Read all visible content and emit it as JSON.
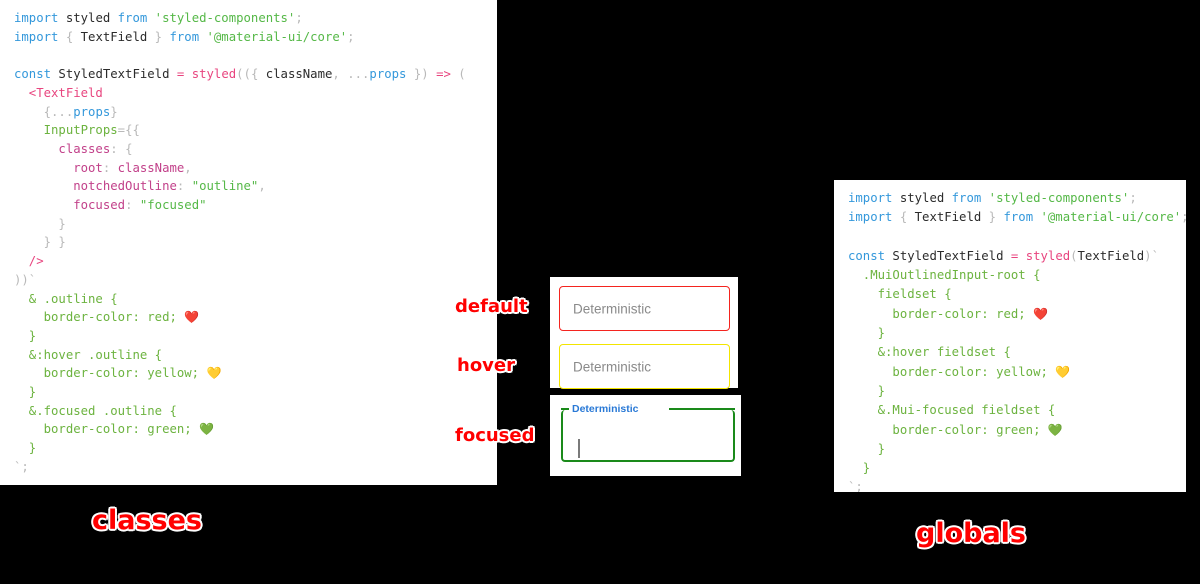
{
  "left_code": {
    "title": "classes",
    "lines": [
      [
        {
          "t": "import ",
          "c": "kw"
        },
        {
          "t": "styled",
          "c": "plain"
        },
        {
          "t": " from ",
          "c": "kw"
        },
        {
          "t": "'styled-components'",
          "c": "str"
        },
        {
          "t": ";",
          "c": "punc"
        }
      ],
      [
        {
          "t": "import ",
          "c": "kw"
        },
        {
          "t": "{",
          "c": "punc"
        },
        {
          "t": " TextField ",
          "c": "plain"
        },
        {
          "t": "}",
          "c": "punc"
        },
        {
          "t": " from ",
          "c": "kw"
        },
        {
          "t": "'@material-ui/core'",
          "c": "str"
        },
        {
          "t": ";",
          "c": "punc"
        }
      ],
      [
        {
          "t": "",
          "c": "plain"
        }
      ],
      [
        {
          "t": "const ",
          "c": "kw"
        },
        {
          "t": "StyledTextField ",
          "c": "plain"
        },
        {
          "t": "= ",
          "c": "op"
        },
        {
          "t": "styled",
          "c": "fn"
        },
        {
          "t": "((",
          "c": "punc"
        },
        {
          "t": "{ ",
          "c": "punc"
        },
        {
          "t": "className",
          "c": "plain"
        },
        {
          "t": ", ",
          "c": "punc"
        },
        {
          "t": "...",
          "c": "punc"
        },
        {
          "t": "props ",
          "c": "var"
        },
        {
          "t": "}",
          "c": "punc"
        },
        {
          "t": ") ",
          "c": "punc"
        },
        {
          "t": "=> ",
          "c": "op"
        },
        {
          "t": "(",
          "c": "punc"
        }
      ],
      [
        {
          "t": "  <TextField",
          "c": "tag"
        }
      ],
      [
        {
          "t": "    {",
          "c": "punc"
        },
        {
          "t": "...",
          "c": "punc"
        },
        {
          "t": "props",
          "c": "var"
        },
        {
          "t": "}",
          "c": "punc"
        }
      ],
      [
        {
          "t": "    InputProps",
          "c": "attr"
        },
        {
          "t": "=",
          "c": "punc"
        },
        {
          "t": "{{",
          "c": "punc"
        }
      ],
      [
        {
          "t": "      classes",
          "c": "prop"
        },
        {
          "t": ": ",
          "c": "punc"
        },
        {
          "t": "{",
          "c": "punc"
        }
      ],
      [
        {
          "t": "        root",
          "c": "prop"
        },
        {
          "t": ": ",
          "c": "punc"
        },
        {
          "t": "className",
          "c": "prop"
        },
        {
          "t": ",",
          "c": "punc"
        }
      ],
      [
        {
          "t": "        notchedOutline",
          "c": "prop"
        },
        {
          "t": ": ",
          "c": "punc"
        },
        {
          "t": "\"outline\"",
          "c": "str"
        },
        {
          "t": ",",
          "c": "punc"
        }
      ],
      [
        {
          "t": "        focused",
          "c": "prop"
        },
        {
          "t": ": ",
          "c": "punc"
        },
        {
          "t": "\"focused\"",
          "c": "str"
        }
      ],
      [
        {
          "t": "      }",
          "c": "punc"
        }
      ],
      [
        {
          "t": "    } }",
          "c": "punc"
        }
      ],
      [
        {
          "t": "  />",
          "c": "tag"
        }
      ],
      [
        {
          "t": "))`",
          "c": "punc"
        }
      ],
      [
        {
          "t": "  & .outline {",
          "c": "sel"
        }
      ],
      [
        {
          "t": "    border-color: red; ",
          "c": "css"
        },
        {
          "t": "❤️",
          "c": "emoji"
        }
      ],
      [
        {
          "t": "  }",
          "c": "sel"
        }
      ],
      [
        {
          "t": "  &:hover .outline {",
          "c": "sel"
        }
      ],
      [
        {
          "t": "    border-color: yellow; ",
          "c": "css"
        },
        {
          "t": "💛",
          "c": "emoji"
        }
      ],
      [
        {
          "t": "  }",
          "c": "sel"
        }
      ],
      [
        {
          "t": "  &.focused .outline {",
          "c": "sel"
        }
      ],
      [
        {
          "t": "    border-color: green; ",
          "c": "css"
        },
        {
          "t": "💚",
          "c": "emoji"
        }
      ],
      [
        {
          "t": "  }",
          "c": "sel"
        }
      ],
      [
        {
          "t": "`;",
          "c": "punc"
        }
      ]
    ]
  },
  "right_code": {
    "title": "globals",
    "lines": [
      [
        {
          "t": "import ",
          "c": "kw"
        },
        {
          "t": "styled",
          "c": "plain"
        },
        {
          "t": " from ",
          "c": "kw"
        },
        {
          "t": "'styled-components'",
          "c": "str"
        },
        {
          "t": ";",
          "c": "punc"
        }
      ],
      [
        {
          "t": "import ",
          "c": "kw"
        },
        {
          "t": "{",
          "c": "punc"
        },
        {
          "t": " TextField ",
          "c": "plain"
        },
        {
          "t": "}",
          "c": "punc"
        },
        {
          "t": " from ",
          "c": "kw"
        },
        {
          "t": "'@material-ui/core'",
          "c": "str"
        },
        {
          "t": ";",
          "c": "punc"
        }
      ],
      [
        {
          "t": "",
          "c": "plain"
        }
      ],
      [
        {
          "t": "const ",
          "c": "kw"
        },
        {
          "t": "StyledTextField ",
          "c": "plain"
        },
        {
          "t": "= ",
          "c": "op"
        },
        {
          "t": "styled",
          "c": "fn"
        },
        {
          "t": "(",
          "c": "punc"
        },
        {
          "t": "TextField",
          "c": "plain"
        },
        {
          "t": ")`",
          "c": "punc"
        }
      ],
      [
        {
          "t": "  .MuiOutlinedInput-root {",
          "c": "sel"
        }
      ],
      [
        {
          "t": "    fieldset {",
          "c": "sel"
        }
      ],
      [
        {
          "t": "      border-color: red; ",
          "c": "css"
        },
        {
          "t": "❤️",
          "c": "emoji"
        }
      ],
      [
        {
          "t": "    }",
          "c": "sel"
        }
      ],
      [
        {
          "t": "    &:hover fieldset {",
          "c": "sel"
        }
      ],
      [
        {
          "t": "      border-color: yellow; ",
          "c": "css"
        },
        {
          "t": "💛",
          "c": "emoji"
        }
      ],
      [
        {
          "t": "    }",
          "c": "sel"
        }
      ],
      [
        {
          "t": "    &.Mui-focused fieldset {",
          "c": "sel"
        }
      ],
      [
        {
          "t": "      border-color: green; ",
          "c": "css"
        },
        {
          "t": "💚",
          "c": "emoji"
        }
      ],
      [
        {
          "t": "    }",
          "c": "sel"
        }
      ],
      [
        {
          "t": "  }",
          "c": "sel"
        }
      ],
      [
        {
          "t": "`;",
          "c": "punc"
        }
      ]
    ]
  },
  "preview": {
    "default": {
      "label": "Deterministic",
      "border_color": "#f4241f"
    },
    "hover": {
      "label": "Deterministic",
      "border_color": "#f2e500"
    },
    "focused": {
      "label": "Deterministic",
      "border_color": "#1a8a1a",
      "label_color": "#2979d6",
      "value": ""
    }
  },
  "annotations": {
    "default": "default",
    "hover": "hover",
    "focused": "focused",
    "classes": "classes",
    "globals": "globals"
  }
}
